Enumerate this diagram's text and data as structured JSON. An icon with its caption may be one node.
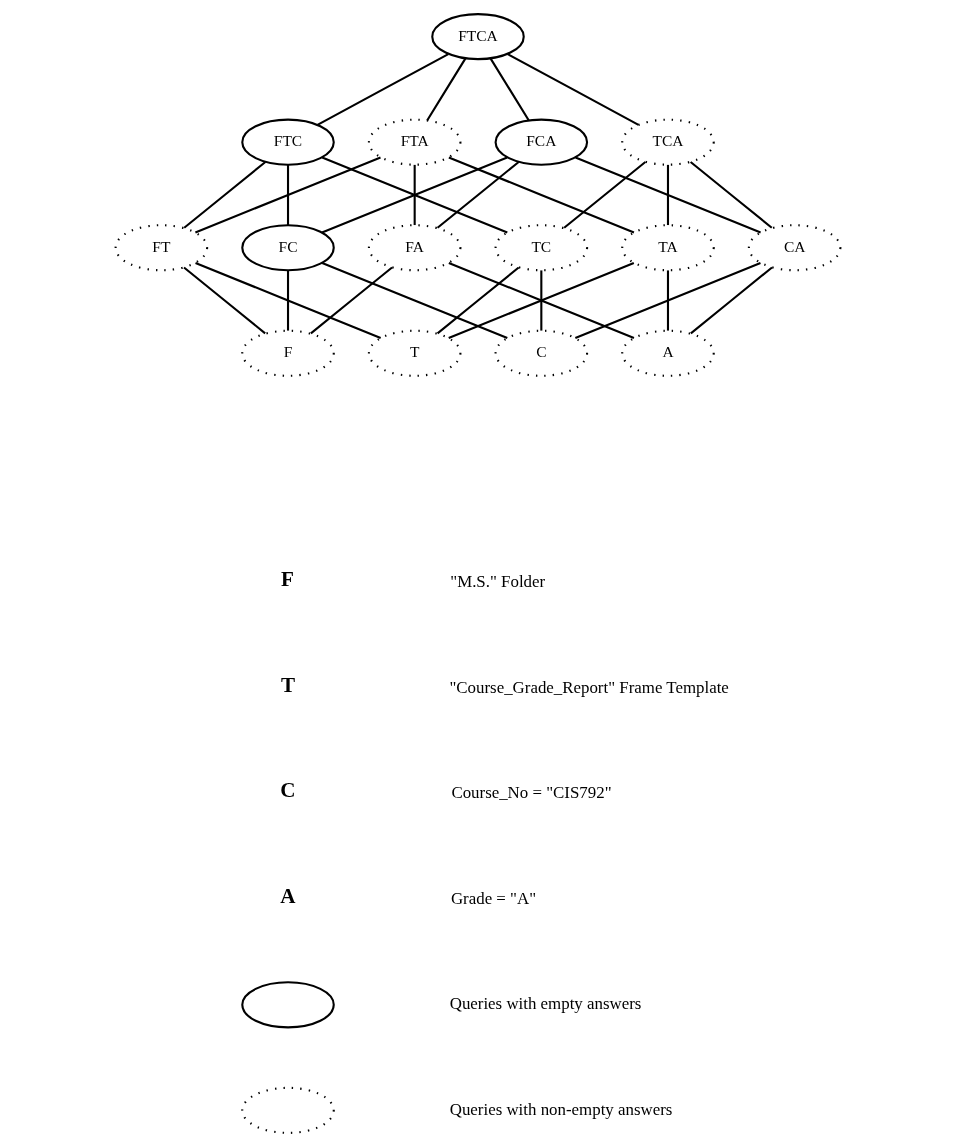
{
  "diagram": {
    "nodes": [
      {
        "text": [
          "FTCA"
        ]
      },
      {
        "text": [
          "FTC"
        ]
      },
      {
        "text": [
          "FTA"
        ]
      },
      {
        "text": [
          "FCA"
        ]
      },
      {
        "text": [
          "TCA"
        ]
      },
      {
        "text": [
          "FT"
        ]
      },
      {
        "text": [
          "FC"
        ]
      },
      {
        "text": [
          "FA"
        ]
      },
      {
        "text": [
          "TC"
        ]
      },
      {
        "text": [
          "TA"
        ]
      },
      {
        "text": [
          "CA"
        ]
      },
      {
        "text": [
          "F"
        ]
      },
      {
        "text": [
          "T"
        ]
      },
      {
        "text": [
          "C"
        ]
      },
      {
        "text": [
          "A"
        ]
      },
      {
        "text": [],
        "shape": "ellipse"
      },
      {
        "text": [],
        "shape": "ellipse"
      }
    ],
    "edges": [
      {
        "from": 0,
        "to": 1,
        "arrow": "none"
      },
      {
        "from": 0,
        "to": 2,
        "arrow": "none"
      },
      {
        "from": 0,
        "to": 3,
        "arrow": "none"
      },
      {
        "from": 0,
        "to": 4,
        "arrow": "none"
      },
      {
        "from": 1,
        "to": 5,
        "arrow": "none"
      },
      {
        "from": 1,
        "to": 6,
        "arrow": "none"
      },
      {
        "from": 1,
        "to": 8,
        "arrow": "none"
      },
      {
        "from": 2,
        "to": 5,
        "arrow": "none"
      },
      {
        "from": 2,
        "to": 7,
        "arrow": "none"
      },
      {
        "from": 2,
        "to": 9,
        "arrow": "none"
      },
      {
        "from": 3,
        "to": 6,
        "arrow": "none"
      },
      {
        "from": 3,
        "to": 7,
        "arrow": "none"
      },
      {
        "from": 3,
        "to": 10,
        "arrow": "none"
      },
      {
        "from": 4,
        "to": 8,
        "arrow": "none"
      },
      {
        "from": 4,
        "to": 9,
        "arrow": "none"
      },
      {
        "from": 4,
        "to": 10,
        "arrow": "none"
      },
      {
        "from": 5,
        "to": 11,
        "arrow": "none"
      },
      {
        "from": 5,
        "to": 12,
        "arrow": "none"
      },
      {
        "from": 6,
        "to": 11,
        "arrow": "none"
      },
      {
        "from": 6,
        "to": 13,
        "arrow": "none"
      },
      {
        "from": 7,
        "to": 11,
        "arrow": "none"
      },
      {
        "from": 7,
        "to": 14,
        "arrow": "none"
      },
      {
        "from": 8,
        "to": 12,
        "arrow": "none"
      },
      {
        "from": 8,
        "to": 13,
        "arrow": "none"
      },
      {
        "from": 9,
        "to": 12,
        "arrow": "none"
      },
      {
        "from": 9,
        "to": 14,
        "arrow": "none"
      },
      {
        "from": 10,
        "to": 13,
        "arrow": "none"
      },
      {
        "from": 10,
        "to": 14,
        "arrow": "none"
      }
    ],
    "labels": [
      "F",
      "\"M.S.\" Folder",
      "T",
      "\"Course_Grade_Report\" Frame Template",
      "C",
      "Course_No = \"CIS792\"",
      "A",
      "Grade = \"A\""
    ],
    "legend": [
      {
        "text": "Queries with empty answers"
      },
      {
        "text": "Queries with non-empty answers"
      }
    ]
  }
}
